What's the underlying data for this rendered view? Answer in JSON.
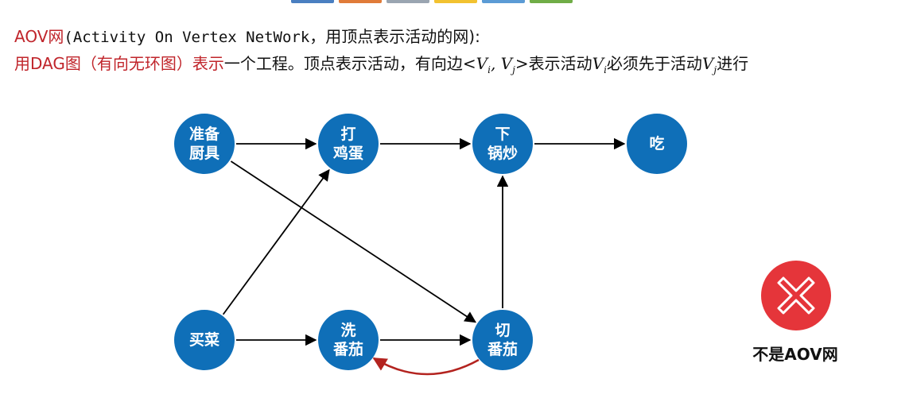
{
  "header": {
    "line1_red": "AOV网",
    "line1_mono": "(Activity On Vertex NetWork",
    "line1_rest": "，用顶点表示活动的网):",
    "line2_red": "用DAG图（有向无环图）表示",
    "line2_a": "一个工程。顶点表示活动，有向边<",
    "line2_v": "V",
    "line2_i": "i",
    "line2_comma": ", ",
    "line2_j": "j",
    "line2_b": ">表示活动",
    "line2_c": "必须先于活动",
    "line2_d": "进行"
  },
  "colors": {
    "node_fill": "#0f6fb8",
    "edge": "#000000",
    "cycle_edge": "#b3231f",
    "badge_fill": "#e5353a",
    "accent_red": "#c0252b"
  },
  "diagram": {
    "nodes": [
      {
        "id": "prep",
        "lines": [
          "准备",
          "厨具"
        ]
      },
      {
        "id": "egg",
        "lines": [
          "打",
          "鸡蛋"
        ]
      },
      {
        "id": "wok",
        "lines": [
          "下",
          "锅炒"
        ]
      },
      {
        "id": "eat",
        "lines": [
          "吃"
        ]
      },
      {
        "id": "buy",
        "lines": [
          "买菜"
        ]
      },
      {
        "id": "wash",
        "lines": [
          "洗",
          "番茄"
        ]
      },
      {
        "id": "cut",
        "lines": [
          "切",
          "番茄"
        ]
      }
    ],
    "edges": [
      {
        "from": "prep",
        "to": "egg"
      },
      {
        "from": "egg",
        "to": "wok"
      },
      {
        "from": "wok",
        "to": "eat"
      },
      {
        "from": "prep",
        "to": "cut"
      },
      {
        "from": "buy",
        "to": "egg"
      },
      {
        "from": "buy",
        "to": "wash"
      },
      {
        "from": "wash",
        "to": "cut"
      },
      {
        "from": "cut",
        "to": "wok"
      },
      {
        "from": "cut",
        "to": "wash",
        "cycle": true
      }
    ]
  },
  "badge": {
    "icon": "cross-icon",
    "label": "不是AOV网"
  }
}
